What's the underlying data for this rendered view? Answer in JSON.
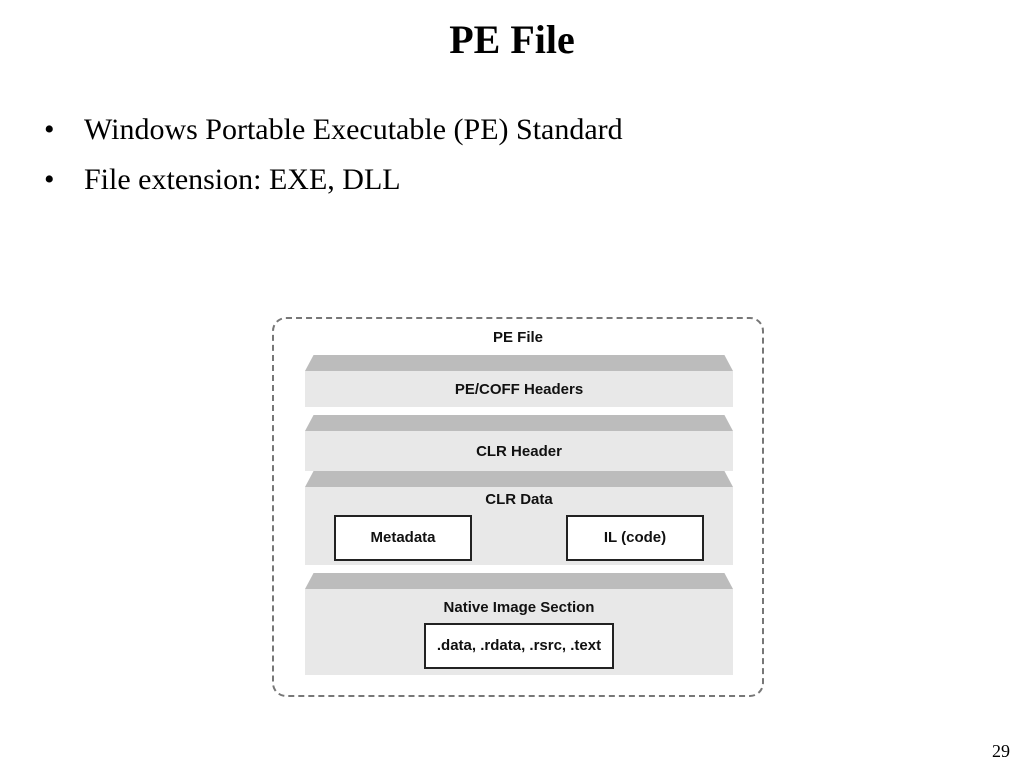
{
  "slide": {
    "title": "PE File",
    "bullets": [
      "Windows Portable Executable (PE) Standard",
      "File extension: EXE, DLL"
    ],
    "bullet_glyph": "•",
    "page_number": "29"
  },
  "diagram": {
    "title": "PE File",
    "layers": [
      {
        "label": "PE/COFF Headers"
      },
      {
        "label": "CLR Header"
      },
      {
        "label": "CLR Data",
        "boxes": [
          "Metadata",
          "IL (code)"
        ]
      },
      {
        "label": "Native Image Section",
        "boxes": [
          ".data, .rdata, .rsrc, .text"
        ]
      }
    ],
    "colors": {
      "layer_fill": "#e8e8e8",
      "layer_top": "#bcbcbc",
      "border": "#777777"
    }
  }
}
